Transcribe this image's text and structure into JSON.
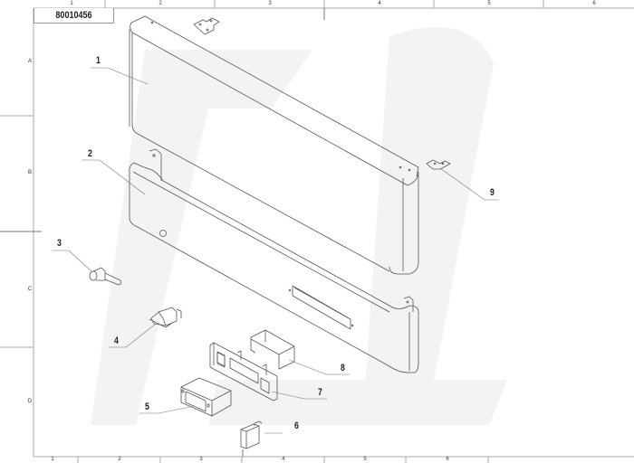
{
  "drawing": {
    "part_number": "80010456",
    "column_labels": [
      "1",
      "2",
      "3",
      "4",
      "5",
      "6"
    ],
    "row_labels": [
      "A",
      "B",
      "C",
      "D"
    ],
    "watermark": "faint stylized logo"
  },
  "parts": [
    {
      "id": "1",
      "label": "1",
      "description": "upper front panel cover"
    },
    {
      "id": "2",
      "label": "2",
      "description": "lower front panel housing"
    },
    {
      "id": "3",
      "label": "3",
      "description": "cam lock"
    },
    {
      "id": "4",
      "label": "4",
      "description": "latch / clip"
    },
    {
      "id": "5",
      "label": "5",
      "description": "digital controller"
    },
    {
      "id": "6",
      "label": "6",
      "description": "rocker switch"
    },
    {
      "id": "7",
      "label": "7",
      "description": "control panel frame"
    },
    {
      "id": "8",
      "label": "8",
      "description": "rear cover box"
    },
    {
      "id": "9",
      "label": "9",
      "description": "mounting bracket"
    }
  ],
  "colors": {
    "line": "#555555",
    "frame": "#9a9a9a",
    "watermark": "#f2f2f2"
  }
}
